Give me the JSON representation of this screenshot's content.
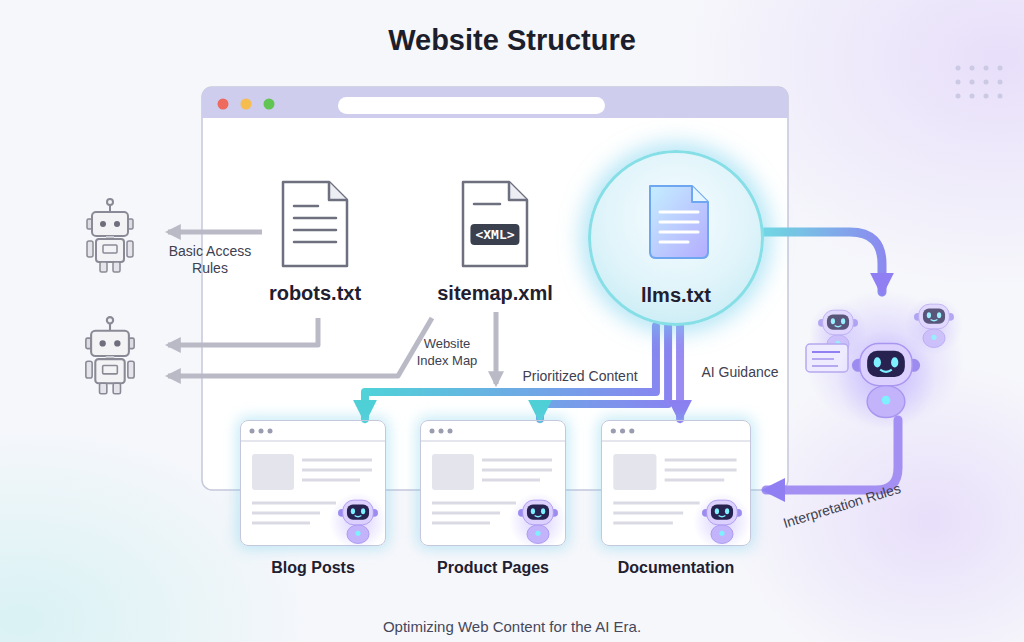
{
  "diagram": {
    "title": "Website Structure",
    "caption": "Optimizing Web Content for the AI Era.",
    "nodes": [
      {
        "text": [
          "robots.txt"
        ]
      },
      {
        "text": [
          "<XML>",
          "sitemap.xml"
        ]
      },
      {
        "text": [
          "llms.txt"
        ]
      },
      {
        "text": [
          "Blog Posts"
        ]
      },
      {
        "text": [
          "Product Pages"
        ]
      },
      {
        "text": [
          "Documentation"
        ]
      }
    ],
    "edges": [
      {
        "from": 2,
        "to": 3,
        "arrow": "to",
        "label": "Prioritized Content"
      },
      {
        "from": 2,
        "to": 4,
        "arrow": "to"
      },
      {
        "from": 2,
        "to": 5,
        "arrow": "to",
        "label": "AI Guidance"
      }
    ],
    "labels": [
      "Basic Access Rules",
      "Website Index Map",
      "Interpretation Rules"
    ]
  }
}
